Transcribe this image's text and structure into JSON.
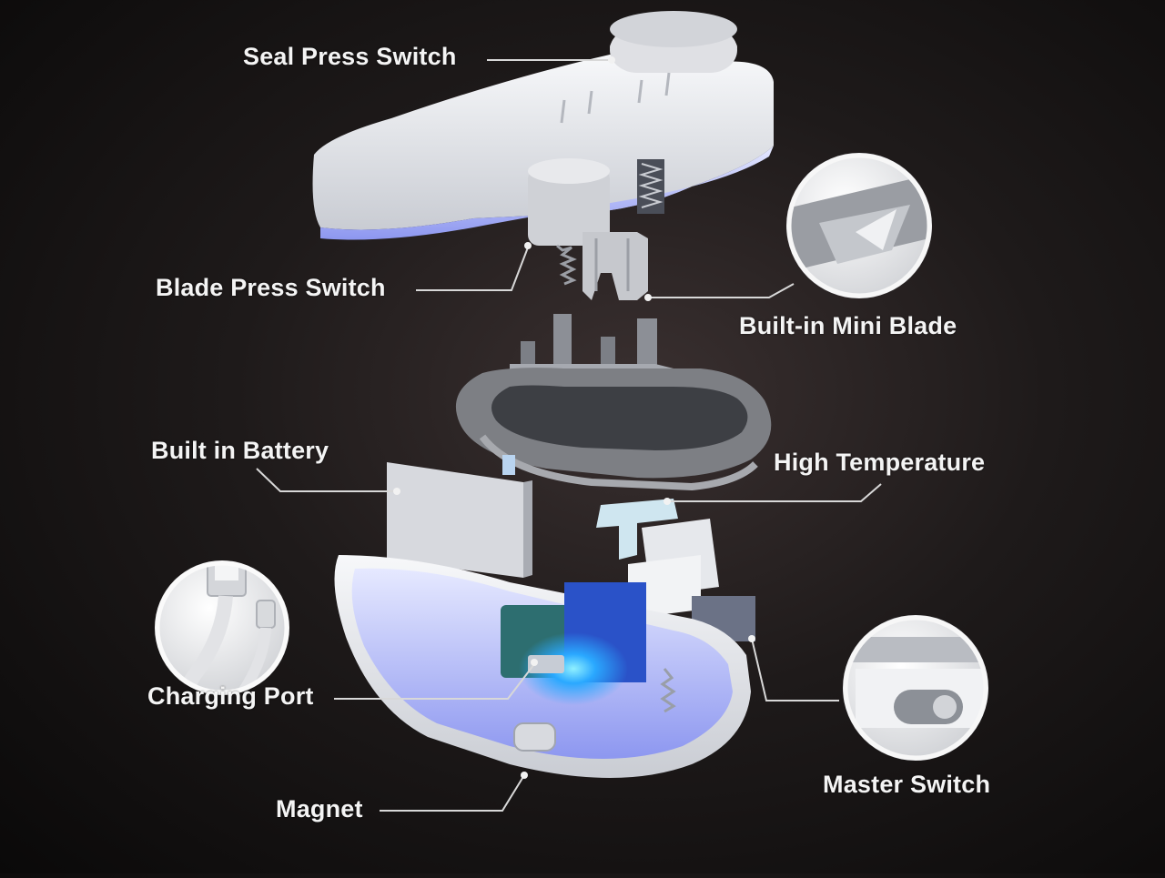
{
  "labels": {
    "seal_press_switch": "Seal Press Switch",
    "blade_press_switch": "Blade Press Switch",
    "built_in_mini_blade": "Built-in Mini Blade",
    "built_in_battery": "Built in Battery",
    "high_temperature": "High Temperature",
    "charging_port": "Charging Port",
    "magnet": "Magnet",
    "master_switch": "Master Switch"
  },
  "colors": {
    "background": "#0e0c0c",
    "housing": "#eceef2",
    "gasket": "#8d8e91",
    "accent_glow": "#2aa8ff",
    "leader_line": "#d8d8d8"
  }
}
